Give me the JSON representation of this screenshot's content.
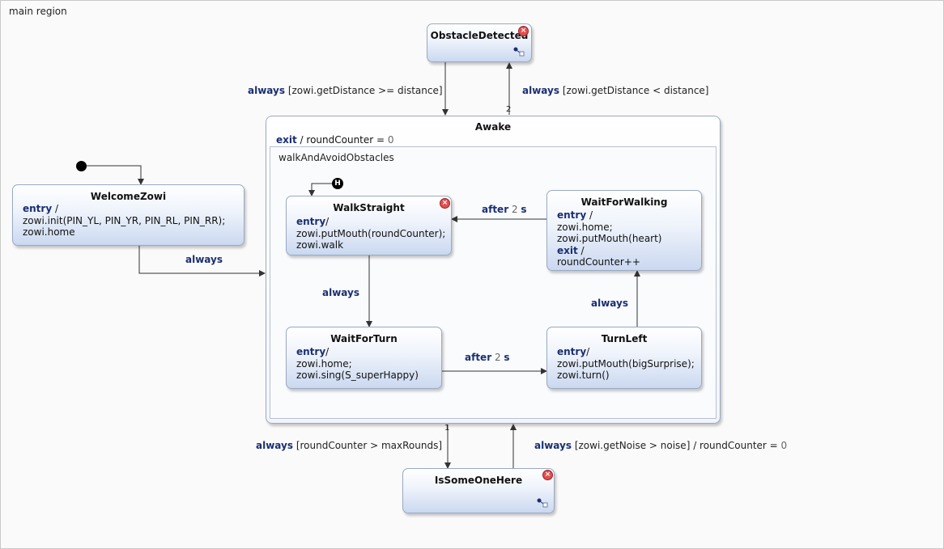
{
  "region_label": "main region",
  "composite": {
    "name": "Awake",
    "exit_kw": "exit",
    "exit_rest": " / roundCounter = ",
    "exit_num": "0",
    "inner_region": "walkAndAvoidObstacles"
  },
  "states": {
    "obstacle": {
      "name": "ObstacleDetected"
    },
    "welcome": {
      "name": "WelcomeZowi",
      "entry_kw": "entry",
      "entry_rest": " /",
      "line1": "zowi.init(PIN_YL, PIN_YR, PIN_RL, PIN_RR);",
      "line2": "zowi.home"
    },
    "walk": {
      "name": "WalkStraight",
      "entry_kw": "entry",
      "entry_rest": "/",
      "line1": "zowi.putMouth(roundCounter);",
      "line2": "zowi.walk"
    },
    "waitwalk": {
      "name": "WaitForWalking",
      "entry_kw": "entry",
      "entry_rest": " /",
      "line1": "zowi.home;",
      "line2": "zowi.putMouth(heart)",
      "exit_kw": "exit",
      "exit_rest": " /",
      "line3": "roundCounter++"
    },
    "waitturn": {
      "name": "WaitForTurn",
      "entry_kw": "entry",
      "entry_rest": "/",
      "line1": "zowi.home;",
      "line2": "zowi.sing(S_superHappy)"
    },
    "turnleft": {
      "name": "TurnLeft",
      "entry_kw": "entry",
      "entry_rest": "/",
      "line1": "zowi.putMouth(bigSurprise);",
      "line2": "zowi.turn()"
    },
    "someone": {
      "name": "IsSomeOneHere"
    }
  },
  "transitions": {
    "t_to_obstacle_kw": "always",
    "t_to_obstacle_rest": " [zowi.getDistance < distance]",
    "t_from_obstacle_kw": "always",
    "t_from_obstacle_rest": " [zowi.getDistance >= distance]",
    "t_welcome_kw": "always",
    "t_after_waitwalk_kw": "after",
    "t_after_waitwalk_num": "2",
    "t_after_waitwalk_unit": "s",
    "t_walk_turn_kw": "always",
    "t_after_waitturn_kw": "after",
    "t_after_waitturn_num": "2",
    "t_after_waitturn_unit": "s",
    "t_turnleft_kw": "always",
    "t_to_someone_kw": "always",
    "t_to_someone_rest": " [roundCounter > maxRounds]",
    "t_from_someone_kw": "always",
    "t_from_someone_rest": " [zowi.getNoise > noise] / roundCounter = ",
    "t_from_someone_num": "0",
    "prio_obstacle": "2",
    "prio_someone": "1"
  },
  "history_symbol": "H",
  "error_symbol": "×"
}
